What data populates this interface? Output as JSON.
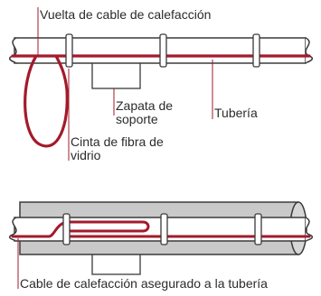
{
  "labels": {
    "heating_cable_loop": "Vuelta de cable de calefacción",
    "support_shoe": "Zapata de soporte",
    "pipe": "Tubería",
    "fiberglass_tape": "Cinta de fibra de vidrio",
    "cable_secured": "Cable de calefacción asegurado a la tubería"
  },
  "colors": {
    "cable": "#a31a2b",
    "outline": "#3a3a3a",
    "insulation": "#c9c9c9",
    "pipe_fill": "#ffffff"
  }
}
